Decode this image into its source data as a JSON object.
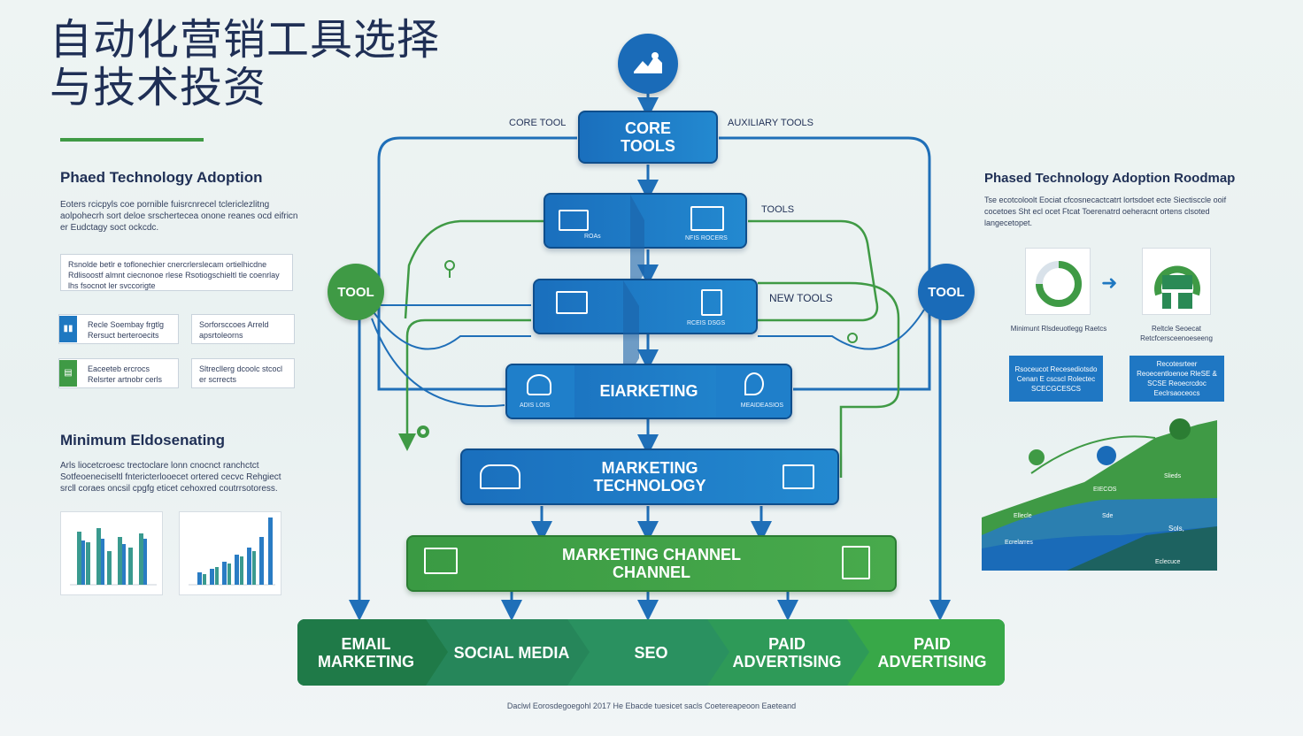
{
  "title": "自动化营销工具选择\n与技术投资",
  "left": {
    "section1_heading": "Phaed Technology Adoption",
    "section1_text": "Eoters rcicpyls coe pornible fuisrcnrecel tclericlezlitng aolpohecrh sort deloe srschertecea onone reanes ocd eifricn er Eudctagy soct ockcdc.",
    "box1_text": "Rsnolde betlr e toflonechier cnercrlerslecam ortielhicdne Rdlisoostf almnt ciecnonoe rlese Rsotiogschieltl tle coenrlay lhs fsocnot ler svccorigte",
    "chip1_icon": "chart-icon",
    "chip1_text": "Recle Soembay frgtlg Rersuct berteroecits",
    "chip1_side": "Sorforsccoes Arreld apsrtoleorns",
    "chip2_icon": "book-icon",
    "chip2_text": "Eaceeteb ercrocs Relsrter artnobr cerls",
    "chip2_side": "Sltrecllerg dcoolc stcocl er scrrects",
    "section2_heading": "Minimum Eldosenating",
    "section2_text": "Arls liocetcroesc trectoclare lonn cnocnct ranchctct Sotfeoeneciseltl fntericterlooecet ortered cecvc Rehgiect srcll coraes oncsil cpgfg eticet cehoxred coutrrsotoress."
  },
  "center": {
    "top_icon": "house-icon",
    "core_tools": "CORE TOOLS",
    "core_tool_left_label": "CORE TOOL",
    "auxiliary_label": "AUXILIARY TOOLS",
    "tools_label": "TOOLS",
    "new_tools_label": "NEW TOOLS",
    "tool_left": "TOOL",
    "tool_right": "TOOL",
    "row2_caption_left": "ROAs",
    "row2_caption_right": "NFIS ROCERS",
    "row3_caption": "RCEIS DSGS",
    "marketing_node": "EIARKETING",
    "row4_caption_left": "ADIS LOIS",
    "row4_caption_right": "MEAIDEASIOS",
    "marketing_technology": "MARKETING TECHNOLOGY",
    "marketing_channel": "MARKETING CHANNEL CHANNEL",
    "channels": [
      "EMAIL MARKETING",
      "SOCIAL MEDIA",
      "SEO",
      "PAID ADVERTISING",
      "PAID ADVERTISING"
    ]
  },
  "right": {
    "heading": "Phased Technology Adoption Roodmap",
    "text": "Tse ecotcoloolt Eociat cfcosnecactcatrt lortsdoet ecte Siectisccle ooif cocetoes Sht ecl ocet Ftcat Toerenatrd oeheracnt ortens clsoted langecetopet.",
    "card1_label": "Minimunt Rlsdeuotlegg Raetcs",
    "card2_label": "Reltcle Seoecat Retcfcersceenoeseeng",
    "blue1_text": "Rsoceucot Recesediotsdo Cenan E cscscl Rolectec SCECGCESCS",
    "blue2_text": "Recotesrteer Reoecentloenoe RleSE & SCSE Reoecrcdoc Eeclrsaoceocs",
    "area_labels": [
      "Ellecle",
      "Ecrelarres",
      "EIECOS",
      "Slieds",
      "Sols",
      "Sde",
      "Eclecuce"
    ]
  },
  "footer": "Daclwl Eorosdegoegohl 2017 He Ebacde tuesicet sacls Coetereapeoon Eaeteand",
  "colors": {
    "blue": "#1f78c1",
    "dark_blue": "#0f4e8c",
    "green": "#3f9a45",
    "dark_green": "#1f7a48",
    "title": "#1f2f55"
  }
}
